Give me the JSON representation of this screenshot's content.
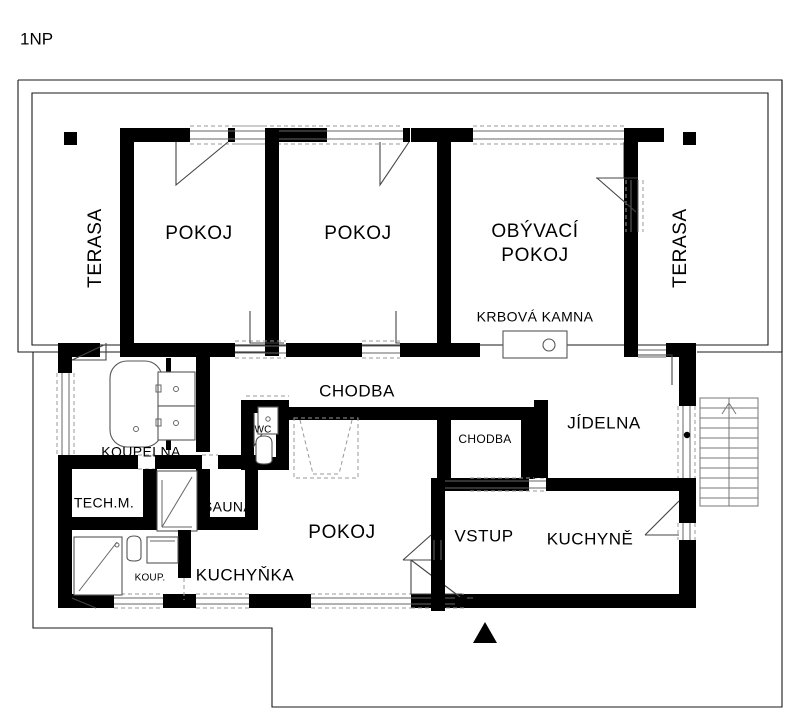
{
  "plan": {
    "title": "1NP",
    "entrance_marker": "entrance-arrow",
    "stair_direction_marker": "stairs-up-arrow"
  },
  "rooms": [
    {
      "id": "terasa_left",
      "label": "TERASA",
      "rotated": true
    },
    {
      "id": "pokoj_1",
      "label": "POKOJ",
      "rotated": false
    },
    {
      "id": "pokoj_2",
      "label": "POKOJ",
      "rotated": false
    },
    {
      "id": "obyvaci_line1",
      "label": "OBÝVACÍ",
      "rotated": false
    },
    {
      "id": "obyvaci_line2",
      "label": "POKOJ",
      "rotated": false
    },
    {
      "id": "krbova_kamna",
      "label": "KRBOVÁ KAMNA",
      "rotated": false
    },
    {
      "id": "terasa_right",
      "label": "TERASA",
      "rotated": true
    },
    {
      "id": "koupelna",
      "label": "KOUPELNA",
      "rotated": false
    },
    {
      "id": "wc",
      "label": "WC",
      "rotated": false
    },
    {
      "id": "chodba_main",
      "label": "CHODBA",
      "rotated": false
    },
    {
      "id": "chodba_small",
      "label": "CHODBA",
      "rotated": false
    },
    {
      "id": "jidelna",
      "label": "JÍDELNA",
      "rotated": false
    },
    {
      "id": "tech_m",
      "label": "TECH.M.",
      "rotated": false
    },
    {
      "id": "sauna",
      "label": "SAUNA",
      "rotated": false
    },
    {
      "id": "pokoj_3",
      "label": "POKOJ",
      "rotated": false
    },
    {
      "id": "vstup",
      "label": "VSTUP",
      "rotated": false
    },
    {
      "id": "kuchyne",
      "label": "KUCHYNĚ",
      "rotated": false
    },
    {
      "id": "koup_small",
      "label": "KOUP.",
      "rotated": false
    },
    {
      "id": "kuchynka",
      "label": "KUCHYŇKA",
      "rotated": false
    }
  ],
  "colors": {
    "wall": "#000000",
    "background": "#ffffff",
    "thin_line": "#1a1a1a",
    "fixture_stroke": "#555555",
    "stair_stroke": "#777777"
  }
}
